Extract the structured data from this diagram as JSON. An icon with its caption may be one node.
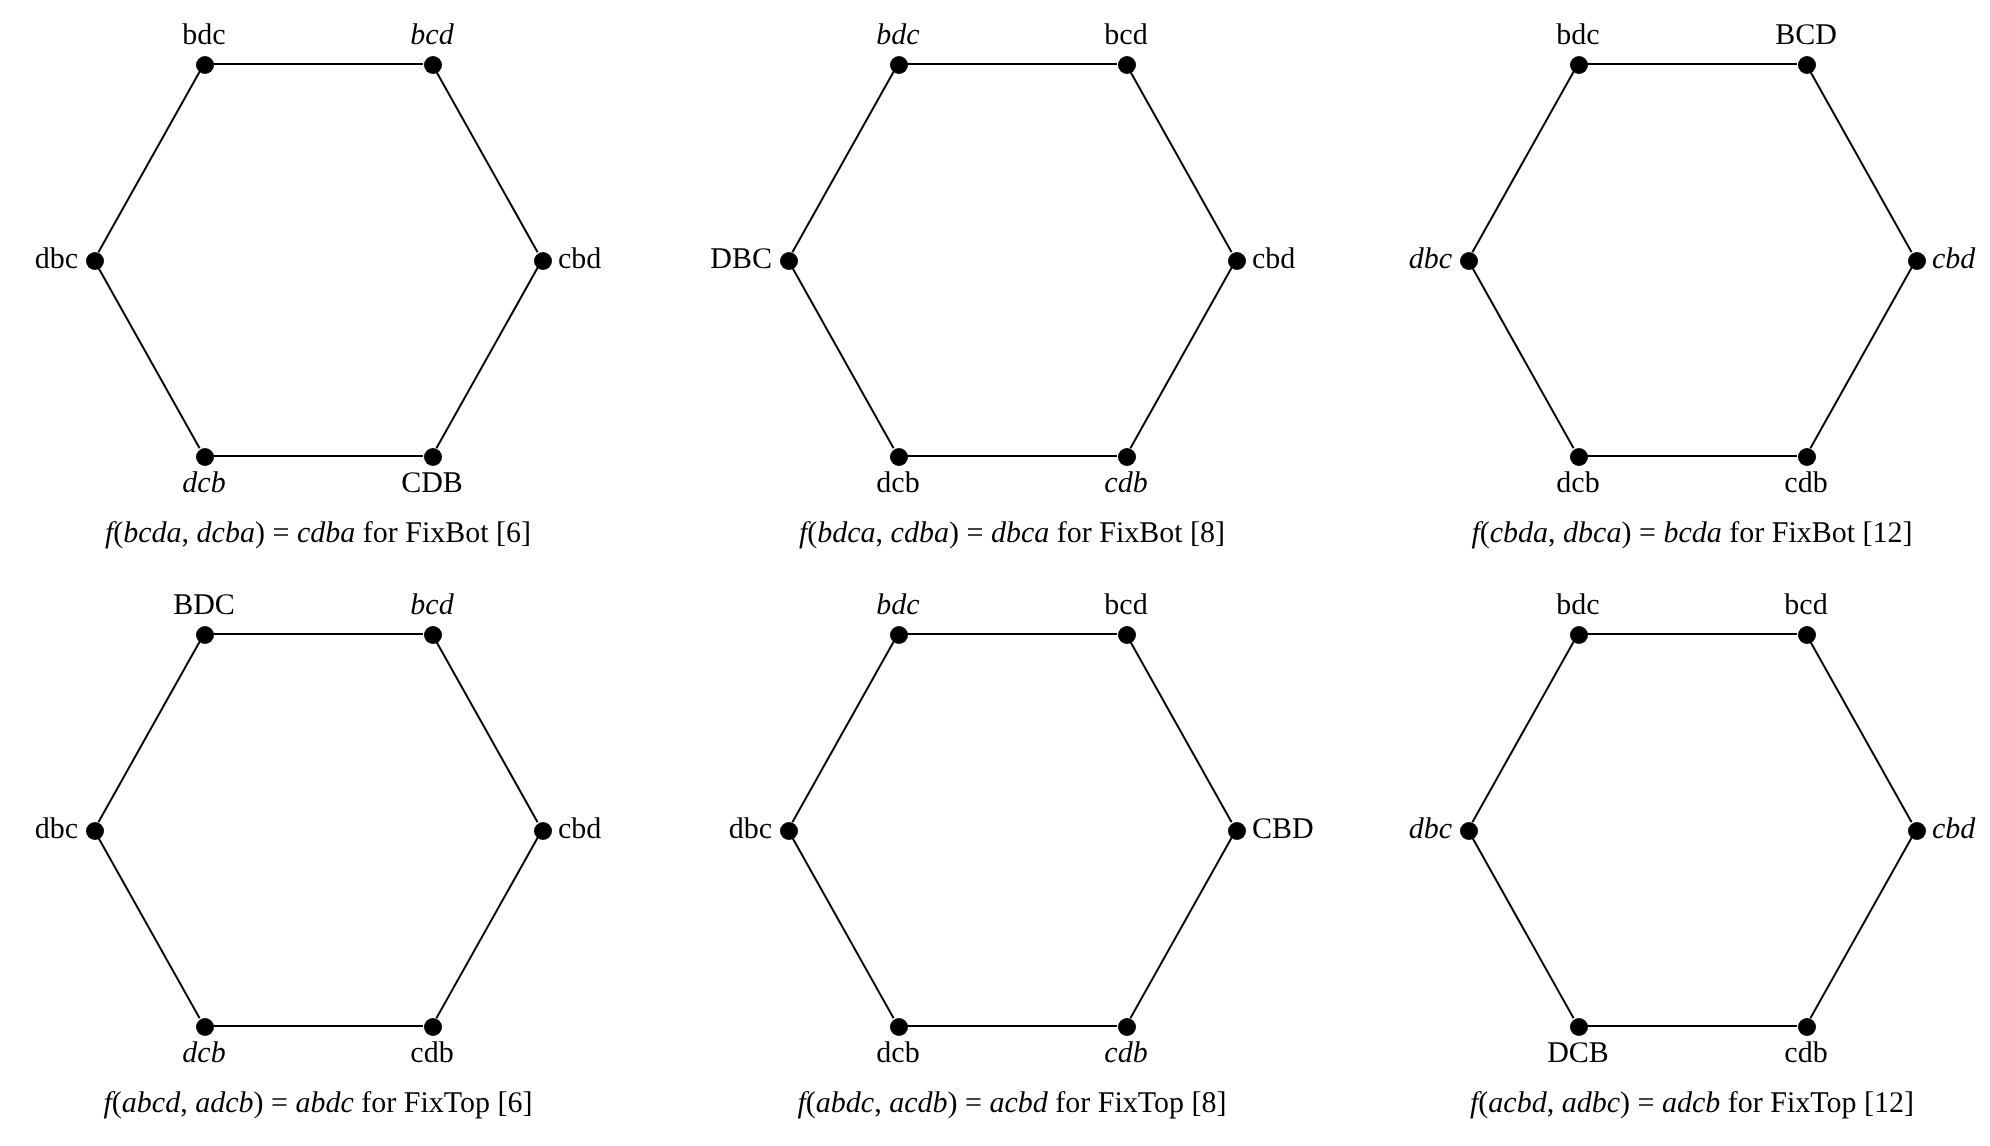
{
  "diagram": {
    "nodes": [
      {
        "text": [],
        "shape": "circle",
        "beside": [
          "bdc"
        ]
      },
      {
        "text": [],
        "shape": "circle",
        "beside": [
          "*bcd*"
        ]
      },
      {
        "text": [],
        "shape": "circle",
        "beside": [
          "dbc"
        ]
      },
      {
        "text": [],
        "shape": "circle",
        "beside": [
          "cbd"
        ]
      },
      {
        "text": [],
        "shape": "circle",
        "beside": [
          "*dcb*"
        ]
      },
      {
        "text": [],
        "shape": "circle",
        "beside": [
          "CDB"
        ]
      },
      {
        "text": [],
        "shape": "circle",
        "beside": [
          "*bdc*"
        ]
      },
      {
        "text": [],
        "shape": "circle",
        "beside": [
          "bcd"
        ]
      },
      {
        "text": [],
        "shape": "circle",
        "beside": [
          "DBC"
        ]
      },
      {
        "text": [],
        "shape": "circle",
        "beside": [
          "cbd"
        ]
      },
      {
        "text": [],
        "shape": "circle",
        "beside": [
          "dcb"
        ]
      },
      {
        "text": [],
        "shape": "circle",
        "beside": [
          "*cdb*"
        ]
      },
      {
        "text": [],
        "shape": "circle",
        "beside": [
          "bdc"
        ]
      },
      {
        "text": [],
        "shape": "circle",
        "beside": [
          "BCD"
        ]
      },
      {
        "text": [],
        "shape": "circle",
        "beside": [
          "*dbc*"
        ]
      },
      {
        "text": [],
        "shape": "circle",
        "beside": [
          "*cbd*"
        ]
      },
      {
        "text": [],
        "shape": "circle",
        "beside": [
          "dcb"
        ]
      },
      {
        "text": [],
        "shape": "circle",
        "beside": [
          "cdb"
        ]
      },
      {
        "text": [],
        "shape": "circle",
        "beside": [
          "BDC"
        ]
      },
      {
        "text": [],
        "shape": "circle",
        "beside": [
          "*bcd*"
        ]
      },
      {
        "text": [],
        "shape": "circle",
        "beside": [
          "dbc"
        ]
      },
      {
        "text": [],
        "shape": "circle",
        "beside": [
          "cbd"
        ]
      },
      {
        "text": [],
        "shape": "circle",
        "beside": [
          "*dcb*"
        ]
      },
      {
        "text": [],
        "shape": "circle",
        "beside": [
          "cdb"
        ]
      },
      {
        "text": [],
        "shape": "circle",
        "beside": [
          "*bdc*"
        ]
      },
      {
        "text": [],
        "shape": "circle",
        "beside": [
          "bcd"
        ]
      },
      {
        "text": [],
        "shape": "circle",
        "beside": [
          "dbc"
        ]
      },
      {
        "text": [],
        "shape": "circle",
        "beside": [
          "CBD"
        ]
      },
      {
        "text": [],
        "shape": "circle",
        "beside": [
          "dcb"
        ]
      },
      {
        "text": [],
        "shape": "circle",
        "beside": [
          "*cdb*"
        ]
      },
      {
        "text": [],
        "shape": "circle",
        "beside": [
          "bdc"
        ]
      },
      {
        "text": [],
        "shape": "circle",
        "beside": [
          "bcd"
        ]
      },
      {
        "text": [],
        "shape": "circle",
        "beside": [
          "*dbc*"
        ]
      },
      {
        "text": [],
        "shape": "circle",
        "beside": [
          "*cbd*"
        ]
      },
      {
        "text": [],
        "shape": "circle",
        "beside": [
          "DCB"
        ]
      },
      {
        "text": [],
        "shape": "circle",
        "beside": [
          "cdb"
        ]
      }
    ],
    "edges": [
      {
        "from": 0,
        "to": 1,
        "arrow": "none"
      },
      {
        "from": 1,
        "to": 3,
        "arrow": "none"
      },
      {
        "from": 3,
        "to": 5,
        "arrow": "none"
      },
      {
        "from": 5,
        "to": 4,
        "arrow": "none"
      },
      {
        "from": 4,
        "to": 2,
        "arrow": "none"
      },
      {
        "from": 2,
        "to": 0,
        "arrow": "none"
      },
      {
        "from": 6,
        "to": 7,
        "arrow": "none"
      },
      {
        "from": 7,
        "to": 9,
        "arrow": "none"
      },
      {
        "from": 9,
        "to": 11,
        "arrow": "none"
      },
      {
        "from": 11,
        "to": 10,
        "arrow": "none"
      },
      {
        "from": 10,
        "to": 8,
        "arrow": "none"
      },
      {
        "from": 8,
        "to": 6,
        "arrow": "none"
      },
      {
        "from": 12,
        "to": 13,
        "arrow": "none"
      },
      {
        "from": 13,
        "to": 15,
        "arrow": "none"
      },
      {
        "from": 15,
        "to": 17,
        "arrow": "none"
      },
      {
        "from": 17,
        "to": 16,
        "arrow": "none"
      },
      {
        "from": 16,
        "to": 14,
        "arrow": "none"
      },
      {
        "from": 14,
        "to": 12,
        "arrow": "none"
      },
      {
        "from": 18,
        "to": 19,
        "arrow": "none"
      },
      {
        "from": 19,
        "to": 21,
        "arrow": "none"
      },
      {
        "from": 21,
        "to": 23,
        "arrow": "none"
      },
      {
        "from": 23,
        "to": 22,
        "arrow": "none"
      },
      {
        "from": 22,
        "to": 20,
        "arrow": "none"
      },
      {
        "from": 20,
        "to": 18,
        "arrow": "none"
      },
      {
        "from": 24,
        "to": 25,
        "arrow": "none"
      },
      {
        "from": 25,
        "to": 27,
        "arrow": "none"
      },
      {
        "from": 27,
        "to": 29,
        "arrow": "none"
      },
      {
        "from": 29,
        "to": 28,
        "arrow": "none"
      },
      {
        "from": 28,
        "to": 26,
        "arrow": "none"
      },
      {
        "from": 26,
        "to": 24,
        "arrow": "none"
      },
      {
        "from": 30,
        "to": 31,
        "arrow": "none"
      },
      {
        "from": 31,
        "to": 33,
        "arrow": "none"
      },
      {
        "from": 33,
        "to": 35,
        "arrow": "none"
      },
      {
        "from": 35,
        "to": 34,
        "arrow": "none"
      },
      {
        "from": 34,
        "to": 32,
        "arrow": "none"
      },
      {
        "from": 32,
        "to": 30,
        "arrow": "none"
      }
    ],
    "labels": [
      "*f*(*bcda*, *dcba*) = *cdba* for FixBot [6]",
      "*f*(*bdca*, *cdba*) = *dbca* for FixBot [8]",
      "*f*(*cbda*, *dbca*) = *bcda* for FixBot [12]",
      "*f*(*abcd*, *adcb*) = *abdc* for FixTop [6]",
      "*f*(*abdc*, *acdb*) = *acbd* for FixTop [8]",
      "*f*(*acbd*, *adbc*) = *adcb* for FixTop [12]"
    ]
  }
}
